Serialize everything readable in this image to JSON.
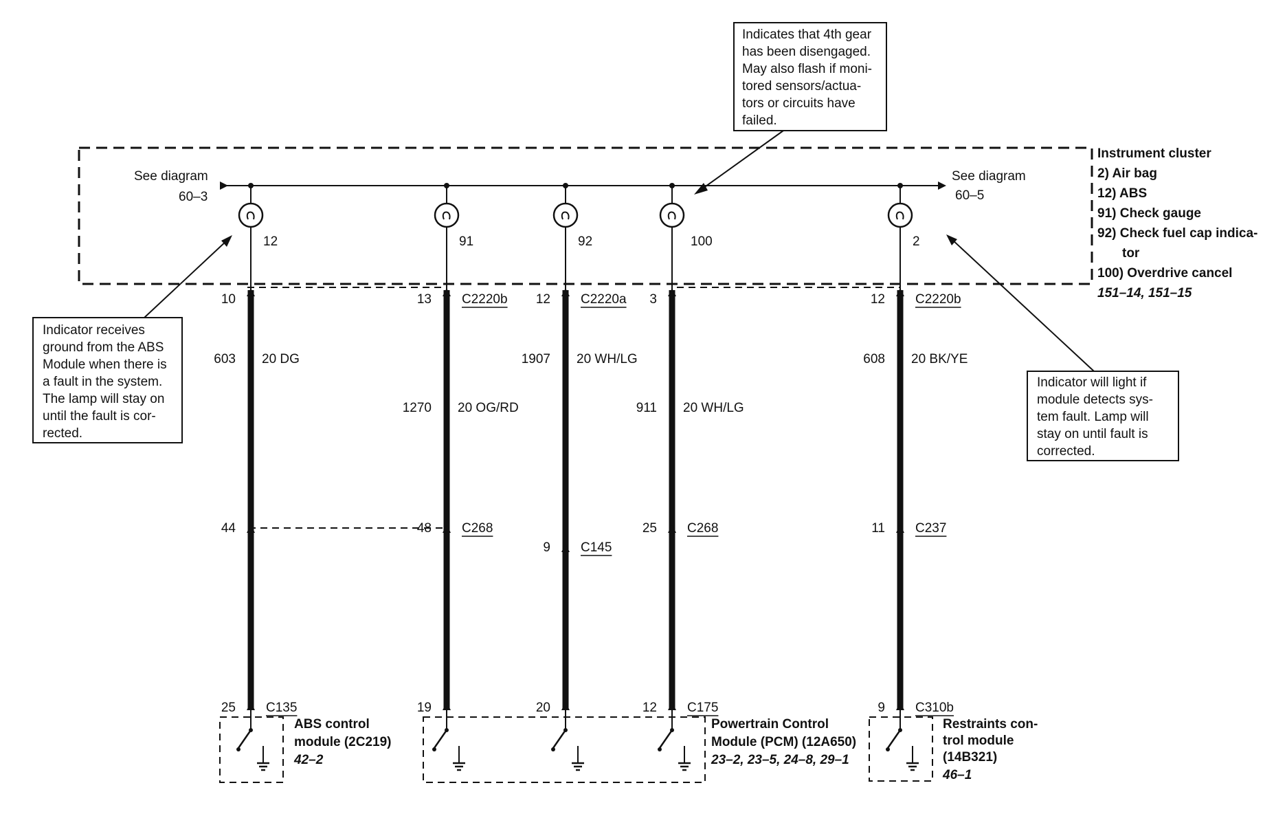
{
  "callouts": {
    "top": [
      "Indicates that 4th gear",
      "has been disengaged.",
      "May also flash if moni-",
      "tored sensors/actua-",
      "tors or circuits have",
      "failed."
    ],
    "left": [
      "Indicator receives",
      "ground from the ABS",
      "Module when there is",
      "a fault in the system.",
      "The lamp will stay on",
      "until the fault is cor-",
      "rected."
    ],
    "right": [
      "Indicator will light if",
      "module detects sys-",
      "tem fault. Lamp will",
      "stay on until fault is",
      "corrected."
    ]
  },
  "see_left": {
    "line1": "See diagram",
    "line2": "60–3"
  },
  "see_right": {
    "line1": "See diagram",
    "line2": "60–5"
  },
  "cluster": {
    "title": "Instrument cluster",
    "items": [
      "2)  Air bag",
      "12)  ABS",
      "91)  Check gauge",
      "92)  Check fuel cap indica-",
      "tor",
      "100)    Overdrive cancel"
    ],
    "refs": "151–14, 151–15"
  },
  "lamps": [
    {
      "pin": "12",
      "top_pin": "10",
      "top_conn": "",
      "circuit": "603",
      "wire": "20 DG",
      "mid_pin": "44",
      "mid_conn": "",
      "bot_pin": "25",
      "bot_conn": "C135"
    },
    {
      "pin": "91",
      "top_pin": "13",
      "top_conn": "C2220b",
      "circuit": "1270",
      "wire": "20 OG/RD",
      "mid_pin": "48",
      "mid_conn": "C268",
      "bot_pin": "19",
      "bot_conn": ""
    },
    {
      "pin": "92",
      "top_pin": "12",
      "top_conn": "C2220a",
      "circuit": "1907",
      "wire": "20 WH/LG",
      "mid_pin": "9",
      "mid_conn": "C145",
      "bot_pin": "20",
      "bot_conn": ""
    },
    {
      "pin": "100",
      "top_pin": "3",
      "top_conn": "",
      "circuit": "911",
      "wire": "20 WH/LG",
      "mid_pin": "25",
      "mid_conn": "C268",
      "bot_pin": "12",
      "bot_conn": "C175"
    },
    {
      "pin": "2",
      "top_pin": "12",
      "top_conn": "C2220b",
      "circuit": "608",
      "wire": "20 BK/YE",
      "mid_pin": "11",
      "mid_conn": "C237",
      "bot_pin": "9",
      "bot_conn": "C310b"
    }
  ],
  "modules": {
    "abs": {
      "line1": "ABS control",
      "line2": "module (2C219)",
      "ref": "42–2"
    },
    "pcm": {
      "line1": "Powertrain Control",
      "line2": "Module (PCM) (12A650)",
      "ref": "23–2, 23–5, 24–8, 29–1"
    },
    "rcm": {
      "line1": "Restraints con-",
      "line2": "trol module",
      "line3": "(14B321)",
      "ref": "46–1"
    }
  }
}
